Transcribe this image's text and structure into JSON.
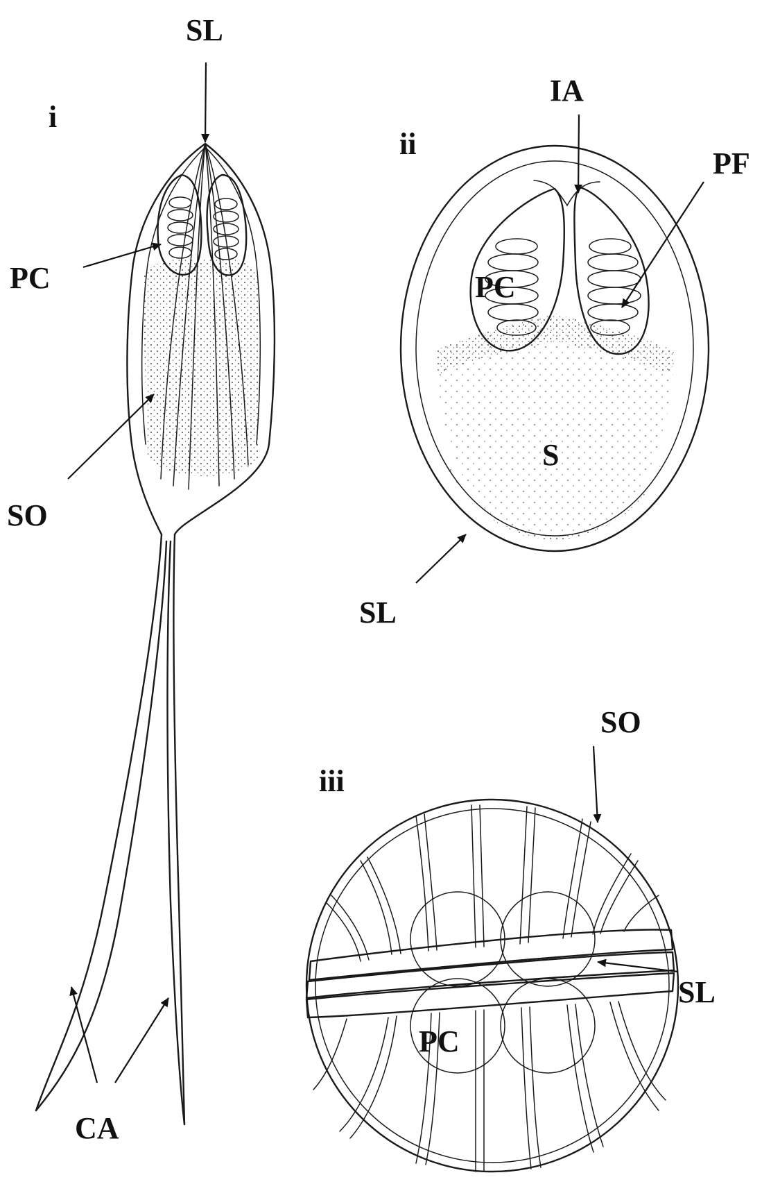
{
  "figure": {
    "panels": [
      {
        "id": "i",
        "label": "i",
        "labels": {
          "SL": "SL",
          "PC": "PC",
          "SO": "SO",
          "CA": "CA"
        }
      },
      {
        "id": "ii",
        "label": "ii",
        "labels": {
          "IA": "IA",
          "PF": "PF",
          "PC": "PC",
          "S": "S",
          "SL": "SL"
        }
      },
      {
        "id": "iii",
        "label": "iii",
        "labels": {
          "SO": "SO",
          "SL": "SL",
          "PC": "PC"
        }
      }
    ],
    "colors": {
      "ink": "#1a1a1a",
      "background": "#ffffff"
    }
  }
}
